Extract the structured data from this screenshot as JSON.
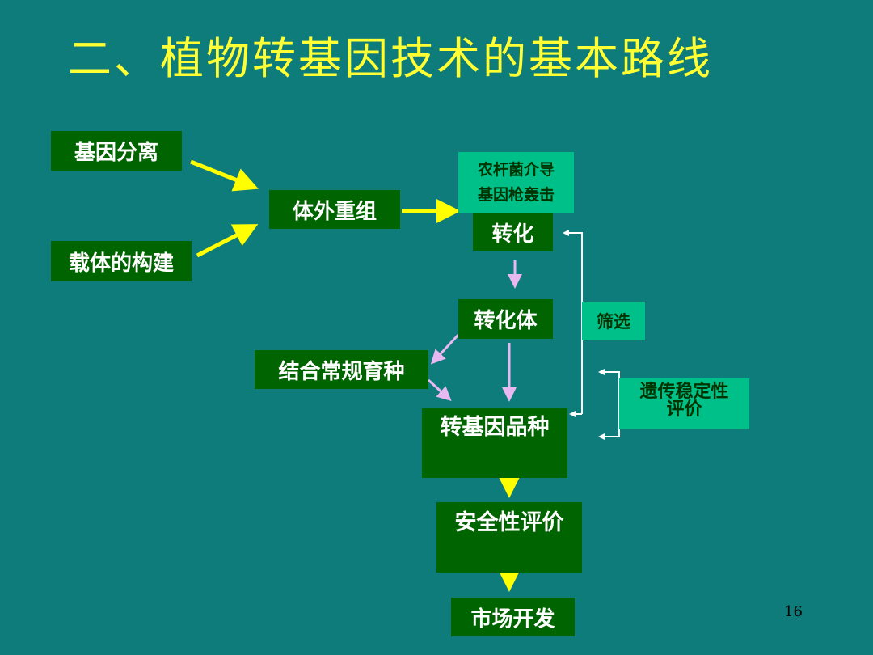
{
  "title": "二、植物转基因技术的基本路线",
  "nodes": {
    "gene_isolation": "基因分离",
    "vector_construction": "载体的构建",
    "in_vitro_recombination": "体外重组",
    "method_agro": "农杆菌介导",
    "method_gun": "基因枪轰击",
    "transformation": "转化",
    "transformant": "转化体",
    "conventional_breeding": "结合常规育种",
    "screening": "筛选",
    "stability_line1": "遗传稳定性",
    "stability_line2": "评价",
    "gm_variety": "转基因品种",
    "safety_eval": "安全性评价",
    "market_dev": "市场开发"
  },
  "page_number": "16",
  "colors": {
    "background": "#0e7c7b",
    "title": "#ffff33",
    "dark_box": "#006400",
    "light_box": "#00c08a",
    "yellow_arrow": "#ffff00",
    "pink_arrow": "#e8b8f0",
    "white_line": "#ffffff"
  }
}
